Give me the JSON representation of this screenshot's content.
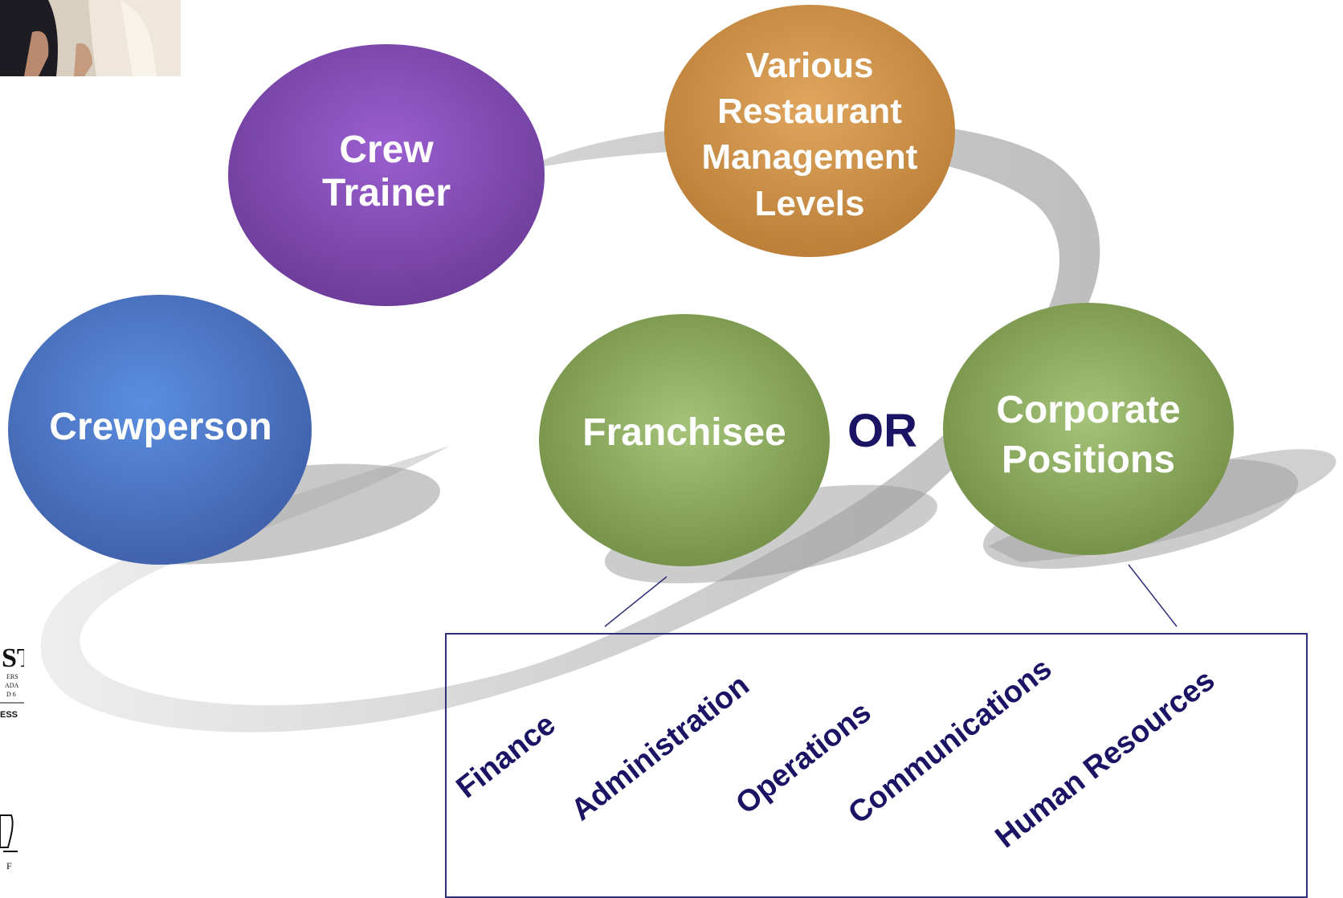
{
  "nodes": [
    {
      "id": "crewperson",
      "lines": [
        "Crewperson"
      ],
      "color": "#4a72b8"
    },
    {
      "id": "crew-trainer",
      "lines": [
        "Crew",
        "Trainer"
      ],
      "color": "#7b44a8"
    },
    {
      "id": "restaurant-management",
      "lines": [
        "Various",
        "Restaurant",
        "Management",
        "Levels"
      ],
      "color": "#c98a40"
    },
    {
      "id": "franchisee",
      "lines": [
        "Franchisee"
      ],
      "color": "#7f9a4a"
    },
    {
      "id": "corporate-positions",
      "lines": [
        "Corporate",
        "Positions"
      ],
      "color": "#7f9a4a"
    }
  ],
  "connector": {
    "label": "OR"
  },
  "departments": [
    "Finance",
    "Administration",
    "Operations",
    "Communications",
    "Human Resources"
  ],
  "colors": {
    "text_dark": "#1b1464",
    "swoosh": "#b8b8b8"
  }
}
